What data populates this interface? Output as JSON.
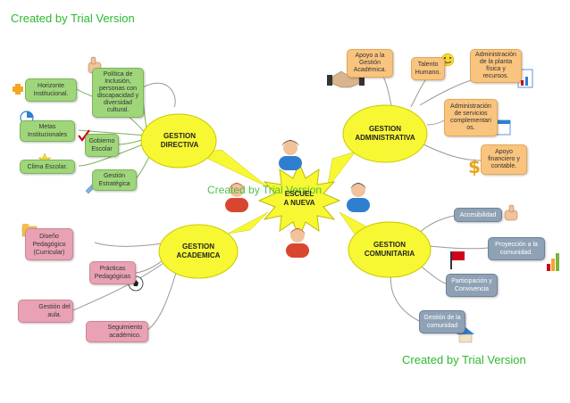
{
  "watermarks": {
    "top": "Created by Trial Version",
    "middle": "Created by Trial Version",
    "bottom": "Created by Trial Version"
  },
  "center": {
    "line1": "ESCUEL",
    "line2": "A NUEVA"
  },
  "directiva": {
    "title1": "GESTION",
    "title2": "DIRECTIVA",
    "nodes": [
      {
        "line1": "Horizonte",
        "line2": "Institucional."
      },
      {
        "line1": "Política de",
        "line2": "Inclusión,",
        "line3": "personas con",
        "line4": "discapacidad y",
        "line5": "diversidad",
        "line6": "cultural."
      },
      {
        "line1": "Metas",
        "line2": "Institucionales"
      },
      {
        "line1": "Gobierno",
        "line2": "Escolar"
      },
      {
        "line1": "Clima Escolar."
      },
      {
        "line1": "Gestión",
        "line2": "Estratégica"
      }
    ]
  },
  "administrativa": {
    "title1": "GESTION",
    "title2": "ADMINISTRATIVA",
    "nodes": [
      {
        "line1": "Apoyo a la",
        "line2": "Gestión",
        "line3": "Académica."
      },
      {
        "line1": "Talento",
        "line2": "Humano."
      },
      {
        "line1": "Administración",
        "line2": "de la planta",
        "line3": "física y",
        "line4": "recursos."
      },
      {
        "line1": "Administración",
        "line2": "de servicios",
        "line3": "complementari",
        "line4": "os."
      },
      {
        "line1": "Apoyo",
        "line2": "financiero y",
        "line3": "contable."
      }
    ]
  },
  "academica": {
    "title1": "GESTION",
    "title2": "ACADEMICA",
    "nodes": [
      {
        "line1": "Diseño",
        "line2": "Pedagógico",
        "line3": "(Curricular)"
      },
      {
        "line1": "Prácticas",
        "line2": "Pedagógicas"
      },
      {
        "line1": "Gestión del",
        "line2": "aula."
      },
      {
        "line1": "Seguimiento",
        "line2": "académico."
      }
    ]
  },
  "comunitaria": {
    "title1": "GESTION",
    "title2": "COMUNITARIA",
    "nodes": [
      {
        "line1": "Accesibilidad"
      },
      {
        "line1": "Proyección a la",
        "line2": "comunidad."
      },
      {
        "line1": "Participación y",
        "line2": "Convivencia"
      },
      {
        "line1": "Gestión de la",
        "line2": "comunidad"
      }
    ]
  },
  "colors": {
    "bubble": "#f7f734",
    "star": "#f7f734",
    "trial": "#2eb82e",
    "green_node": "#9fd67a",
    "orange_node": "#f9c47e",
    "pink_node": "#e8a2b4",
    "blue_node": "#8fa1b5"
  },
  "icons": [
    "thumbs-up-icon",
    "plus-arrow-icon",
    "pie-chart-icon",
    "checkmark-icon",
    "star-icon",
    "pencil-icon",
    "handshake-icon",
    "smiley-icon",
    "bar-chart-icon",
    "calendar-icon",
    "dollar-icon",
    "folder-icon",
    "soccer-ball-icon",
    "house-icon",
    "clipboard-icon",
    "flag-icon",
    "person-icon"
  ]
}
